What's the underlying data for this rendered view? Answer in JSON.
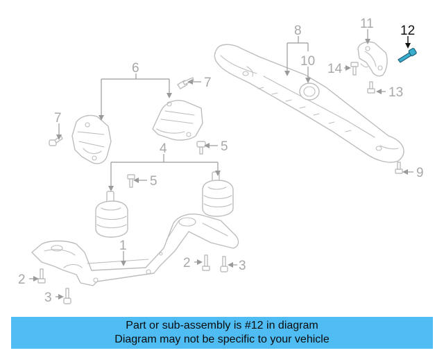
{
  "diagram": {
    "highlight_color": "#3aaecf",
    "callouts": {
      "c1": "1",
      "c2a": "2",
      "c2b": "2",
      "c3a": "3",
      "c3b": "3",
      "c4": "4",
      "c5a": "5",
      "c5b": "5",
      "c6": "6",
      "c7a": "7",
      "c7b": "7",
      "c8": "8",
      "c9": "9",
      "c10": "10",
      "c11": "11",
      "c12": "12",
      "c13": "13",
      "c14": "14"
    }
  },
  "banner": {
    "background": "#4fbcf3",
    "line1": "Part or sub-assembly is #12 in diagram",
    "line2": "Diagram may not be specific to your vehicle"
  }
}
